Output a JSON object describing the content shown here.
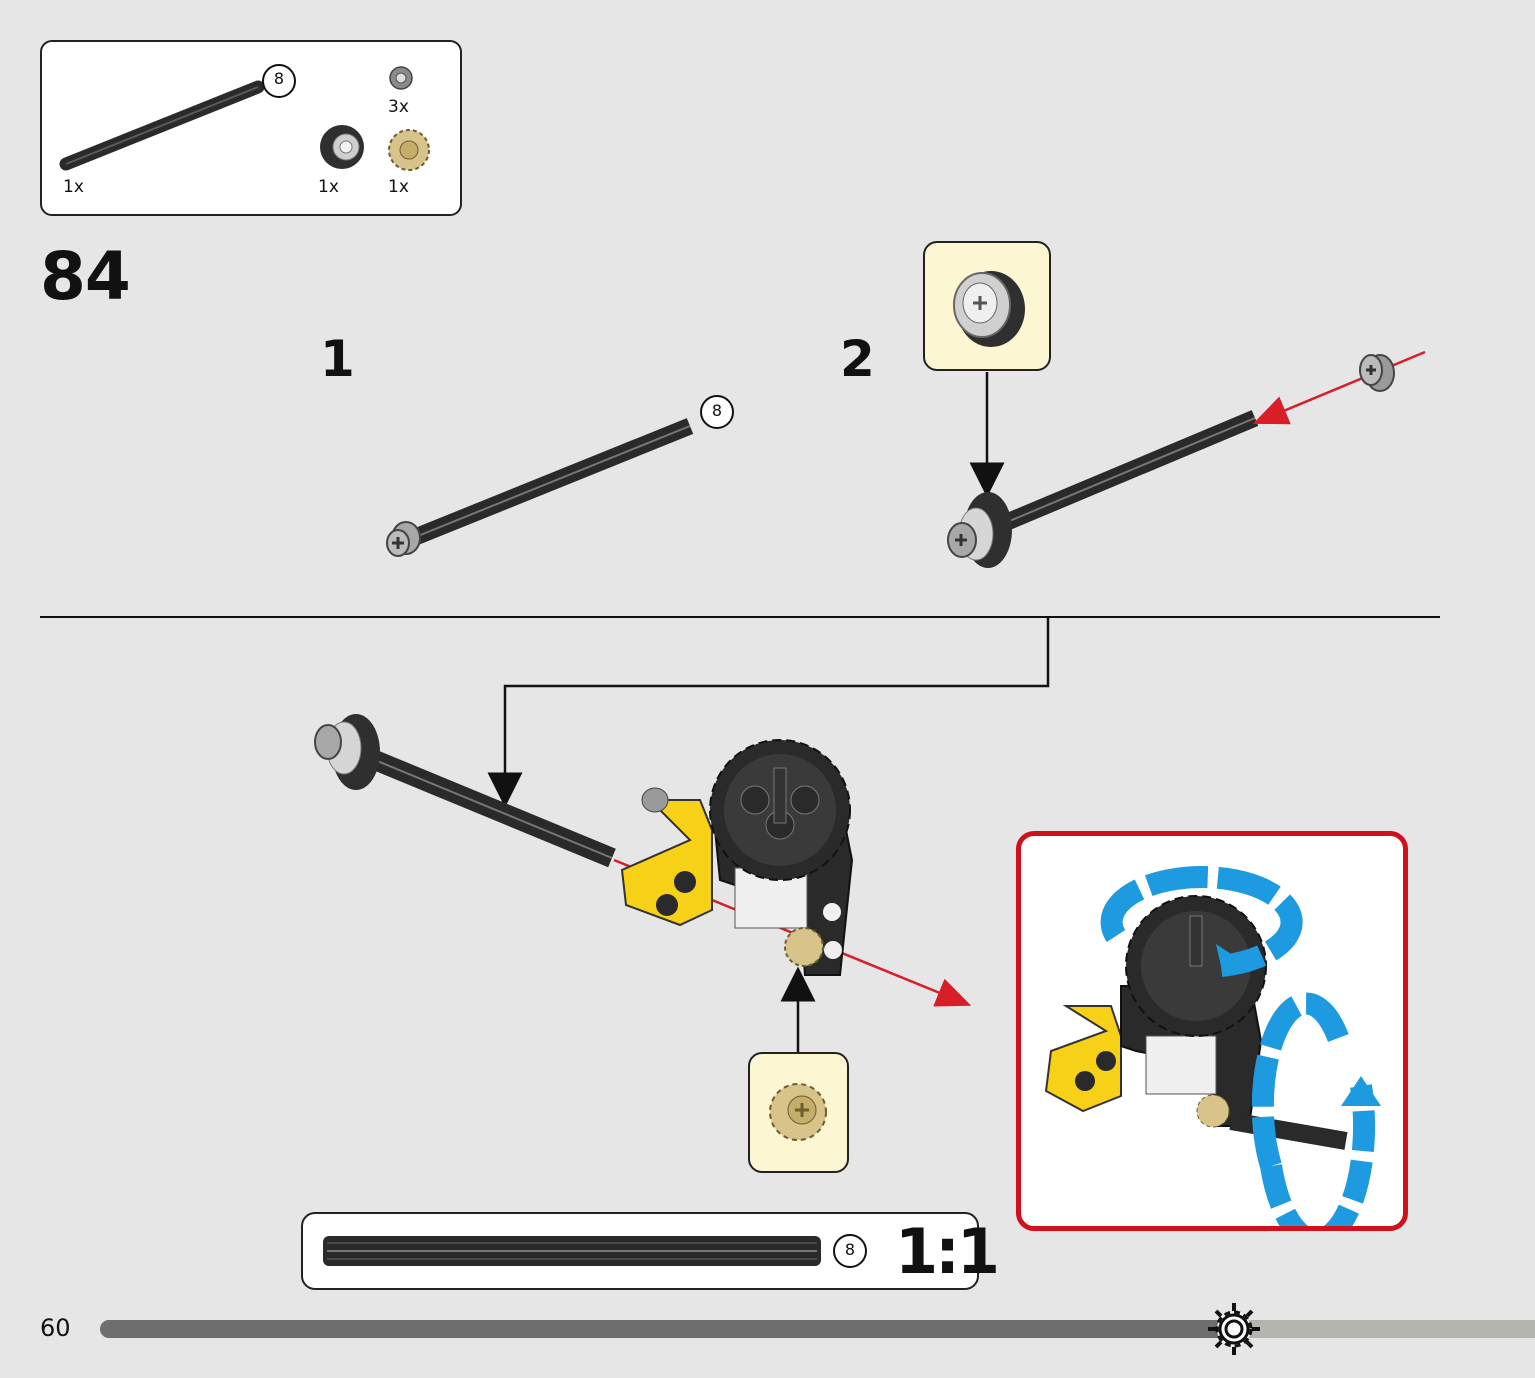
{
  "parts_list": {
    "items": [
      {
        "name": "axle",
        "quantity": "1x",
        "length_label": "8"
      },
      {
        "name": "bushing",
        "quantity": "3x"
      },
      {
        "name": "wheel-ring",
        "quantity": "1x"
      },
      {
        "name": "gear",
        "quantity": "1x"
      }
    ]
  },
  "step": {
    "number": "84",
    "substeps": [
      {
        "label": "1",
        "axle_length_label": "8"
      },
      {
        "label": "2"
      }
    ]
  },
  "scale_reference": {
    "length_label": "8",
    "ratio": "1:1"
  },
  "page": {
    "number": "60",
    "progress": 0.79
  },
  "colors": {
    "background": "#e6e6e6",
    "callout_fill": "#fdf6d2",
    "function_frame": "#d0101a",
    "arrow_red": "#d81e28",
    "rotation_blue": "#1e9be0",
    "part_yellow": "#f7d117",
    "part_tan": "#d8c48a",
    "part_black": "#2a2a2a"
  }
}
